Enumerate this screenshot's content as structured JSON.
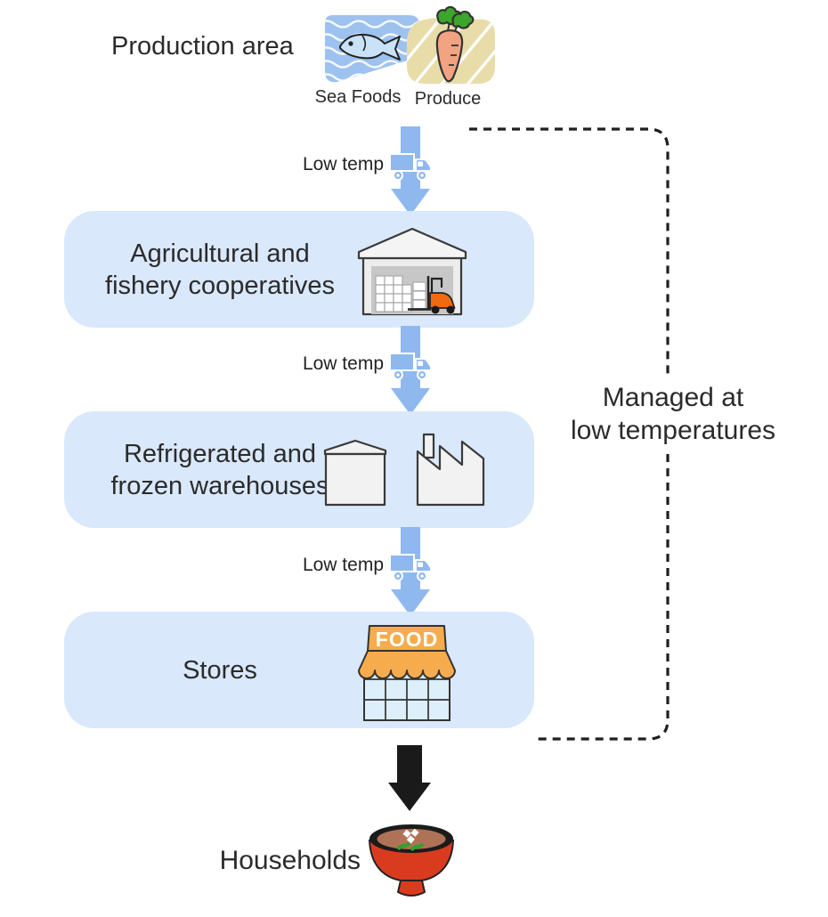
{
  "production": {
    "label": "Production area",
    "sources": [
      {
        "name": "Sea Foods",
        "icon": "fish-sea-icon"
      },
      {
        "name": "Produce",
        "icon": "carrot-produce-icon"
      }
    ]
  },
  "flow": {
    "transport_label": "Low temp",
    "stages": [
      {
        "name": "Agricultural and\nfishery cooperatives",
        "icon": "warehouse-forklift-icon"
      },
      {
        "name": "Refrigerated and\nfrozen warehouses",
        "icon": "warehouse-factory-icon"
      },
      {
        "name": "Stores",
        "icon": "storefront-icon",
        "sign_text": "FOOD"
      }
    ]
  },
  "annotation": {
    "label": "Managed at\nlow temperatures"
  },
  "destination": {
    "label": "Households",
    "icon": "soup-bowl-icon"
  },
  "colors": {
    "stage_box_bg": "#D9E8FB",
    "flow_arrow_blue": "#8FB8EE",
    "final_arrow_black": "#1A1A1A",
    "store_orange": "#F6AC4D",
    "sea_blue": "#9DC2EF",
    "produce_tan": "#E8DCA9",
    "bowl_red": "#D93B1F",
    "text_dark": "#2B2B2B"
  }
}
